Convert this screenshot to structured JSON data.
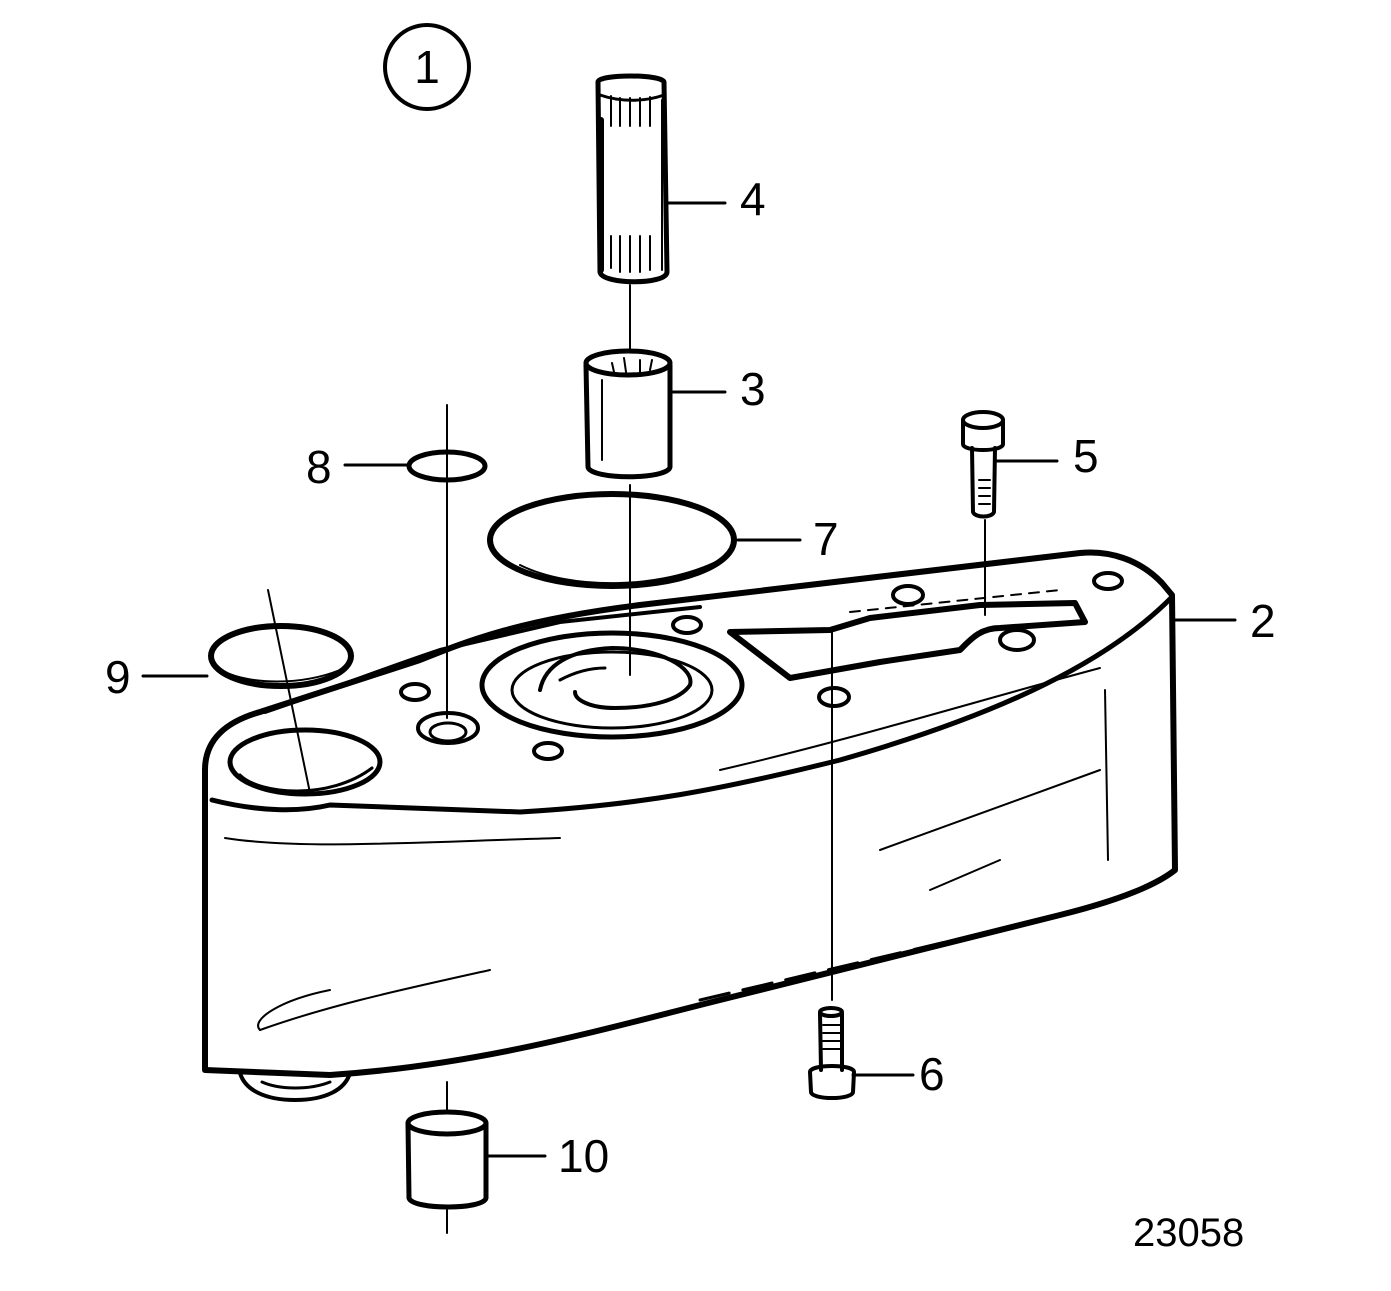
{
  "figure": {
    "group_marker": "1",
    "reference_number": "23058",
    "callouts": [
      {
        "id": "callout-2",
        "label": "2",
        "part": "housing"
      },
      {
        "id": "callout-3",
        "label": "3",
        "part": "coupling-sleeve"
      },
      {
        "id": "callout-4",
        "label": "4",
        "part": "splined-shaft"
      },
      {
        "id": "callout-5",
        "label": "5",
        "part": "socket-head-screw"
      },
      {
        "id": "callout-6",
        "label": "6",
        "part": "socket-head-screw"
      },
      {
        "id": "callout-7",
        "label": "7",
        "part": "large-o-ring"
      },
      {
        "id": "callout-8",
        "label": "8",
        "part": "small-o-ring"
      },
      {
        "id": "callout-9",
        "label": "9",
        "part": "o-ring"
      },
      {
        "id": "callout-10",
        "label": "10",
        "part": "bushing"
      }
    ]
  }
}
